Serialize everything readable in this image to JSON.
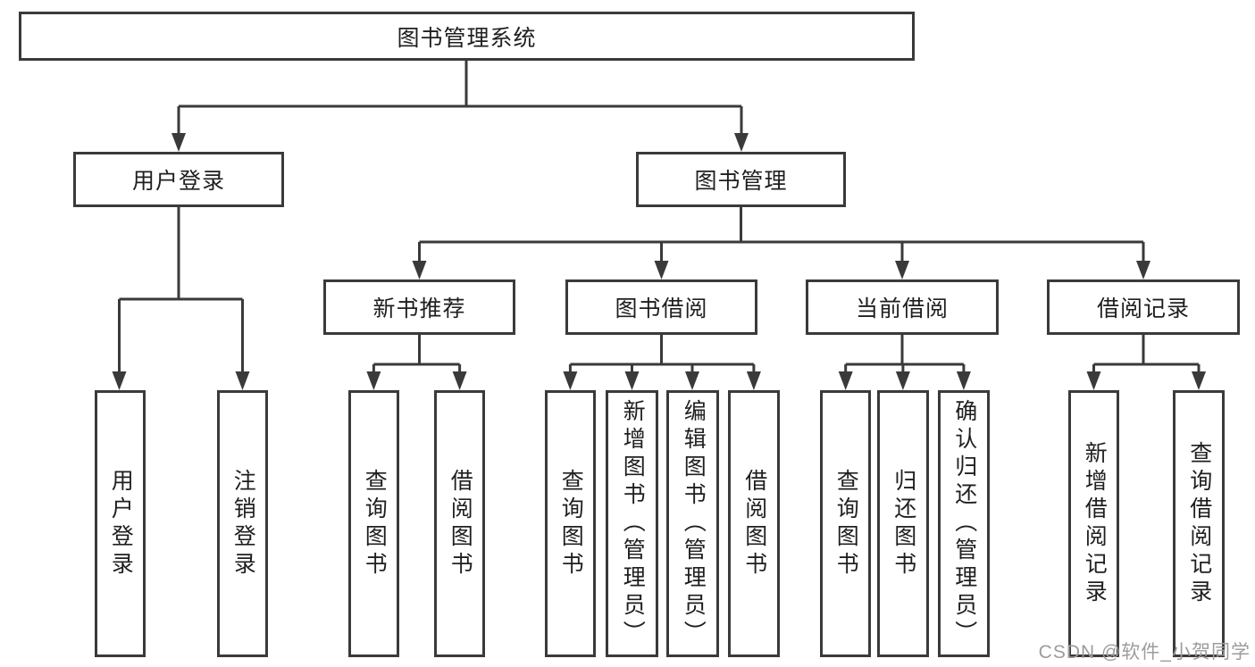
{
  "tree": {
    "label": "图书管理系统",
    "children": [
      {
        "label": "用户登录",
        "children": [
          {
            "label": "用户登录"
          },
          {
            "label": "注销登录"
          }
        ]
      },
      {
        "label": "图书管理",
        "children": [
          {
            "label": "新书推荐",
            "children": [
              {
                "label": "查询图书"
              },
              {
                "label": "借阅图书"
              }
            ]
          },
          {
            "label": "图书借阅",
            "children": [
              {
                "label": "查询图书"
              },
              {
                "label": "新增图书（管理员）"
              },
              {
                "label": "编辑图书（管理员）"
              },
              {
                "label": "借阅图书"
              }
            ]
          },
          {
            "label": "当前借阅",
            "children": [
              {
                "label": "查询图书"
              },
              {
                "label": "归还图书"
              },
              {
                "label": "确认归还（管理员）"
              }
            ]
          },
          {
            "label": "借阅记录",
            "children": [
              {
                "label": "新增借阅记录"
              },
              {
                "label": "查询借阅记录"
              }
            ]
          }
        ]
      }
    ]
  },
  "watermark": "CSDN @软件_小贺同学",
  "colors": {
    "line": "#3a3a3a",
    "box_border": "#3a3a3a",
    "box_fill": "#ffffff",
    "text": "#1f1f1f",
    "watermark_text": "#9c9c9c",
    "background": "#ffffff"
  }
}
